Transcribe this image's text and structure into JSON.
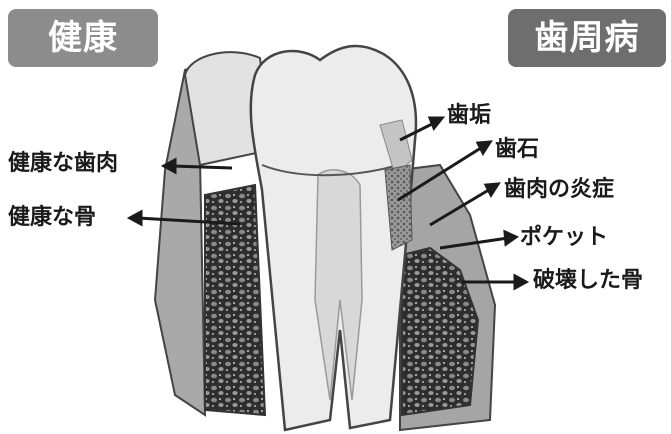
{
  "badges": {
    "left": "健康",
    "right": "歯周病"
  },
  "labels": {
    "plaque": "歯垢",
    "tartar": "歯石",
    "healthy_gum": "健康な歯肉",
    "gum_inflammation": "歯肉の炎症",
    "healthy_bone": "健康な骨",
    "pocket": "ポケット",
    "destroyed_bone": "破壊した骨"
  },
  "colors": {
    "badge_left": "#8c8c8c",
    "badge_right": "#6e6e6e",
    "bone": "#3a3a3a",
    "gum": "#b5b5b5",
    "tooth": "#ececec"
  }
}
